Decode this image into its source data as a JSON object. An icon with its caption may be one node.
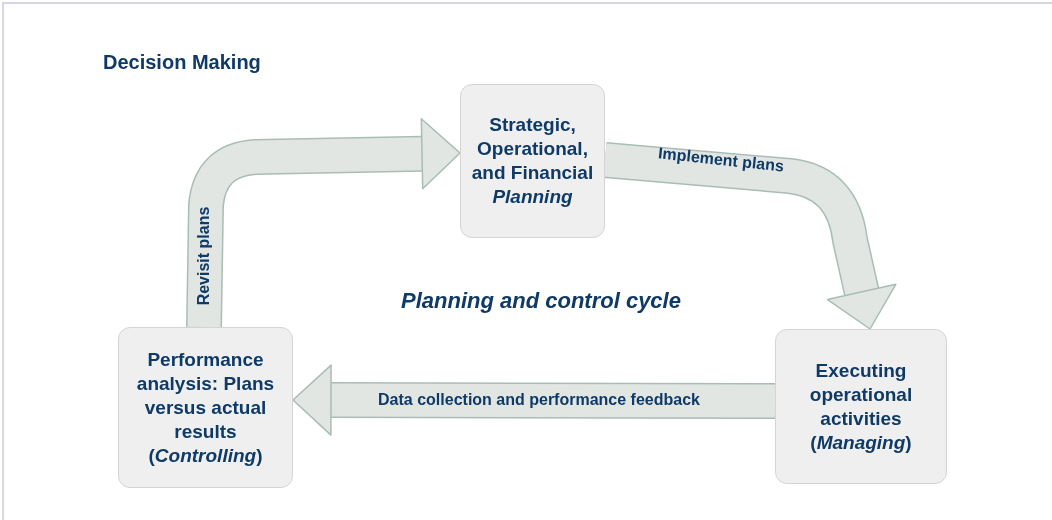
{
  "diagram": {
    "title": "Decision Making",
    "nodes": [
      {
        "text": [
          "Strategic, Operational, and Financial *Planning*"
        ]
      },
      {
        "text": [
          "Executing operational activities (*Managing*)"
        ]
      },
      {
        "text": [
          "Performance analysis: Plans versus actual results (*Controlling*)"
        ]
      }
    ],
    "edges": [
      {
        "from": 0,
        "to": 1,
        "arrow": "to",
        "label": "Implement plans"
      },
      {
        "from": 1,
        "to": 2,
        "arrow": "to",
        "label": "Data collection and performance feedback"
      },
      {
        "from": 2,
        "to": 0,
        "arrow": "to",
        "label": "Revisit plans"
      }
    ],
    "labels": [
      "Planning and control cycle"
    ]
  }
}
